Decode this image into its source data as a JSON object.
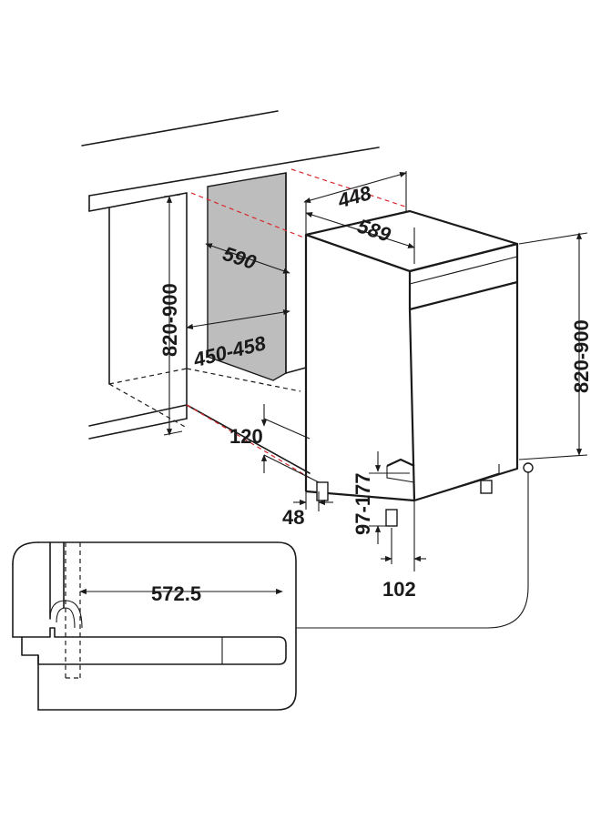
{
  "dimensions": {
    "niche_depth": "590",
    "niche_width": "450-458",
    "niche_height": "820-900",
    "appliance_width": "448",
    "appliance_depth": "589",
    "appliance_height": "820-900",
    "plinth_height": "120",
    "plinth_depth": "48",
    "foot_adjust": "97-177",
    "door_offset": "102",
    "hinge_clearance": "572.5"
  },
  "colors": {
    "line": "#1a1a1a",
    "niche_fill": "#bdbdbd",
    "guide_dash": "#d8262d",
    "background": "#ffffff"
  }
}
